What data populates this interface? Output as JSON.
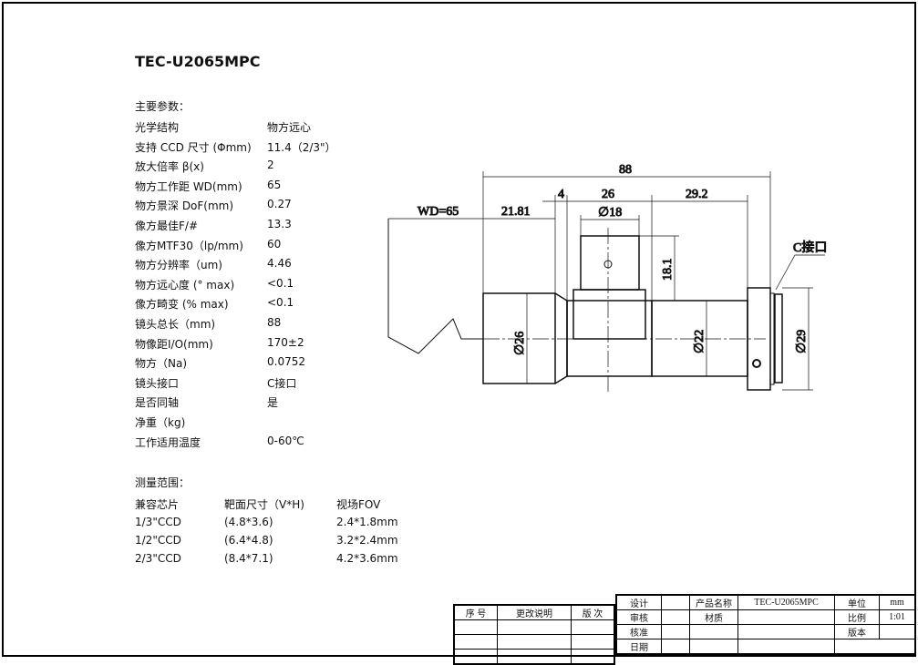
{
  "title": "TEC-U2065MPC",
  "main_params": {
    "heading": "主要参数：",
    "rows": [
      {
        "label": "光学结构",
        "value": "物方远心"
      },
      {
        "label": "支持 CCD 尺寸 (Φmm)",
        "value": "11.4（2/3\"）"
      },
      {
        "label": "放大倍率 β(x)",
        "value": "2"
      },
      {
        "label": "物方工作距 WD(mm)",
        "value": "65"
      },
      {
        "label": "物方景深 DoF(mm)",
        "value": "0.27"
      },
      {
        "label": "像方最佳F/#",
        "value": "13.3"
      },
      {
        "label": "像方MTF30（lp/mm)",
        "value": "60"
      },
      {
        "label": "物方分辨率（um)",
        "value": "4.46"
      },
      {
        "label": "物方远心度 (° max)",
        "value": "<0.1"
      },
      {
        "label": "像方畸变 (% max)",
        "value": "<0.1"
      },
      {
        "label": "镜头总长（mm)",
        "value": "88"
      },
      {
        "label": "物像距I/O(mm)",
        "value": "170±2"
      },
      {
        "label": "物方（Na)",
        "value": "0.0752"
      },
      {
        "label": "镜头接口",
        "value": "C接口"
      },
      {
        "label": "是否同轴",
        "value": "是"
      },
      {
        "label": "净重（kg)",
        "value": ""
      },
      {
        "label": "工作适用温度",
        "value": "0-60℃"
      }
    ]
  },
  "range": {
    "heading": "测量范围：",
    "headers": [
      "兼容芯片",
      "靶面尺寸（V*H)",
      "视场FOV"
    ],
    "rows": [
      [
        "1/3\"CCD",
        "(4.8*3.6)",
        "2.4*1.8mm"
      ],
      [
        "1/2\"CCD",
        "(6.4*4.8)",
        "3.2*2.4mm"
      ],
      [
        "2/3\"CCD",
        "(8.4*7.1)",
        "4.2*3.6mm"
      ]
    ]
  },
  "drawing": {
    "total": "88",
    "wd": "WD=65",
    "d1": "21.81",
    "d2": "4",
    "d3": "26",
    "d4": "29.2",
    "dia18": "∅18",
    "h": "18.1",
    "dia26": "∅26",
    "dia22": "∅22",
    "dia29": "∅29",
    "mount": "C接口"
  },
  "revision": {
    "headers": [
      "序 号",
      "更改说明",
      "版 次"
    ]
  },
  "titleblock": {
    "design": "设计",
    "review": "审核",
    "approve": "核准",
    "date": "日期",
    "product_label": "产品名称",
    "product": "TEC-U2065MPC",
    "material": "材质",
    "unit_label": "单位",
    "unit": "mm",
    "scale_label": "比例",
    "scale": "1:01",
    "version_label": "版本"
  }
}
